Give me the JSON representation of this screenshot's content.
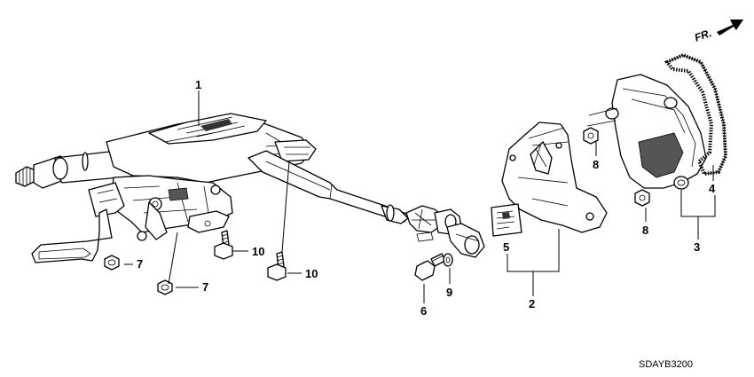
{
  "diagram": {
    "callouts": {
      "c1": "1",
      "c2": "2",
      "c3": "3",
      "c4": "4",
      "c5": "5",
      "c6": "6",
      "c7a": "7",
      "c7b": "7",
      "c8a": "8",
      "c8b": "8",
      "c9": "9",
      "c10a": "10",
      "c10b": "10"
    },
    "direction_indicator": "FR.",
    "diagram_code": "SDAYB3200",
    "colors": {
      "line": "#000000",
      "background": "#ffffff"
    }
  }
}
